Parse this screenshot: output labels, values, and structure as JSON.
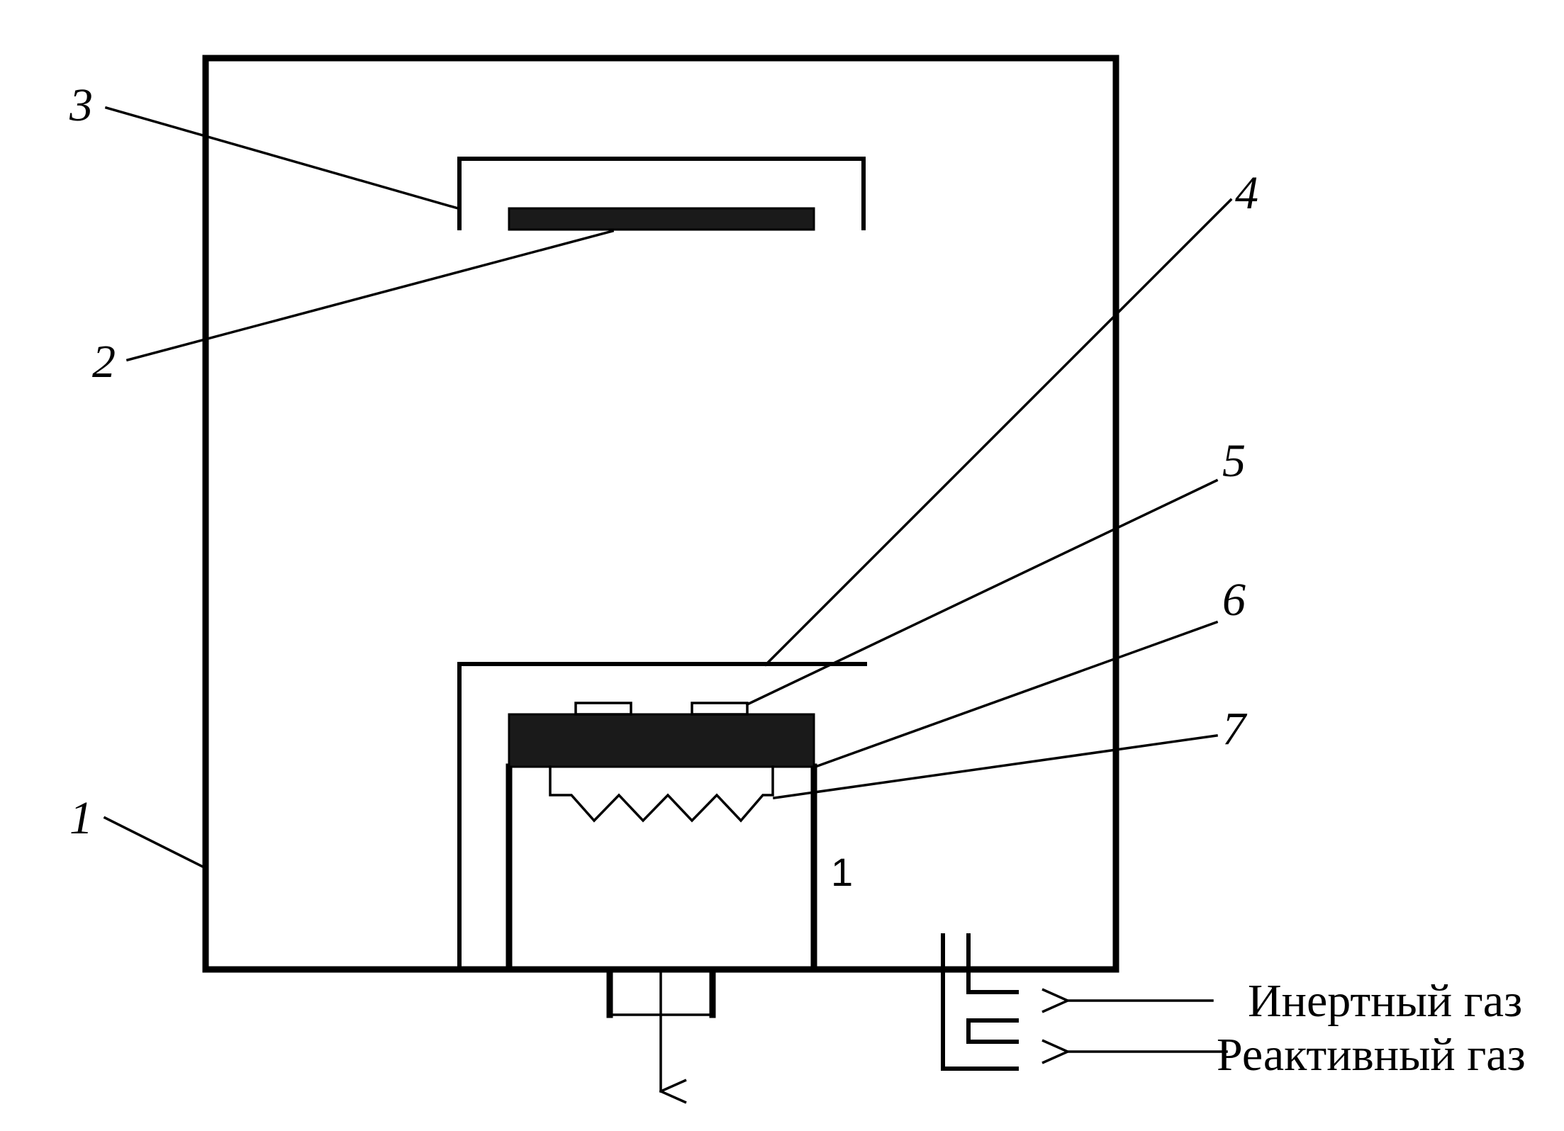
{
  "callouts": {
    "c1": "1",
    "c2": "2",
    "c3": "3",
    "c4": "4",
    "c5": "5",
    "c6": "6",
    "c7": "7"
  },
  "inner_label": "1",
  "gas_inputs": {
    "inert": "Инертный газ",
    "reactive": "Реактивный газ"
  }
}
